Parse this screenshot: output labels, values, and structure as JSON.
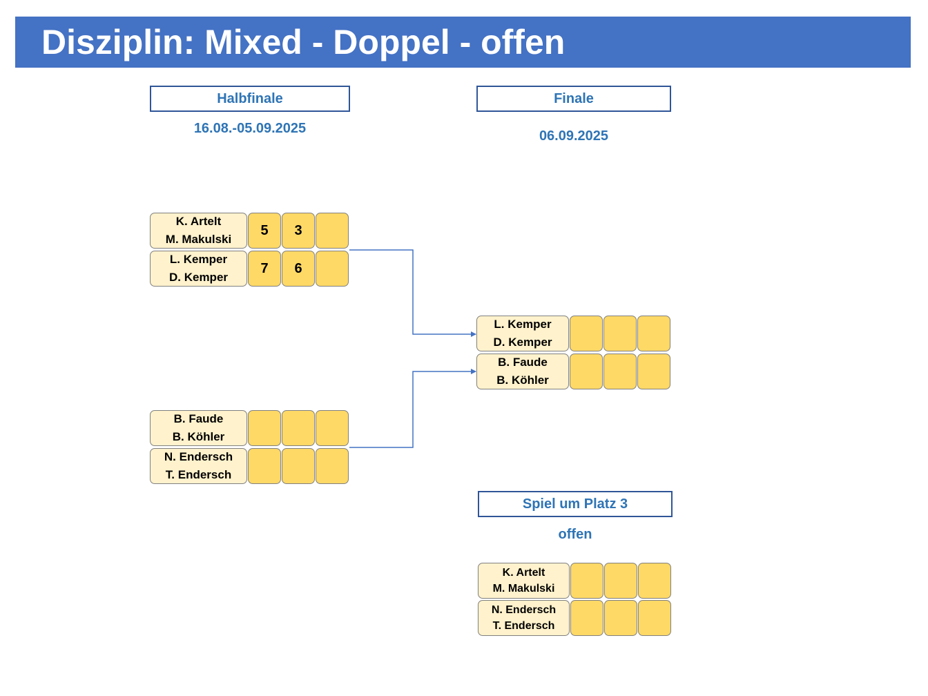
{
  "header": {
    "title": "Disziplin: Mixed - Doppel - offen"
  },
  "rounds": {
    "semi": {
      "label": "Halbfinale",
      "date": "16.08.-05.09.2025"
    },
    "final": {
      "label": "Finale",
      "date": "06.09.2025"
    },
    "third": {
      "label": "Spiel um Platz 3",
      "date": "offen"
    }
  },
  "matches": {
    "semi1": [
      {
        "p1": "K. Artelt",
        "p2": "M. Makulski",
        "s1": "5",
        "s2": "3",
        "s3": ""
      },
      {
        "p1": "L. Kemper",
        "p2": "D. Kemper",
        "s1": "7",
        "s2": "6",
        "s3": ""
      }
    ],
    "semi2": [
      {
        "p1": "B. Faude",
        "p2": "B. Köhler",
        "s1": "",
        "s2": "",
        "s3": ""
      },
      {
        "p1": "N. Endersch",
        "p2": "T. Endersch",
        "s1": "",
        "s2": "",
        "s3": ""
      }
    ],
    "final": [
      {
        "p1": "L. Kemper",
        "p2": "D. Kemper",
        "s1": "",
        "s2": "",
        "s3": ""
      },
      {
        "p1": "B. Faude",
        "p2": "B. Köhler",
        "s1": "",
        "s2": "",
        "s3": ""
      }
    ],
    "third": [
      {
        "p1": "K. Artelt",
        "p2": "M. Makulski",
        "s1": "",
        "s2": "",
        "s3": ""
      },
      {
        "p1": "N. Endersch",
        "p2": "T. Endersch",
        "s1": "",
        "s2": "",
        "s3": ""
      }
    ]
  },
  "colors": {
    "banner": "#4472c4",
    "label_text": "#2e74b5",
    "name_fill": "#fff2cc",
    "score_fill": "#ffd966",
    "connector": "#4472c4"
  }
}
